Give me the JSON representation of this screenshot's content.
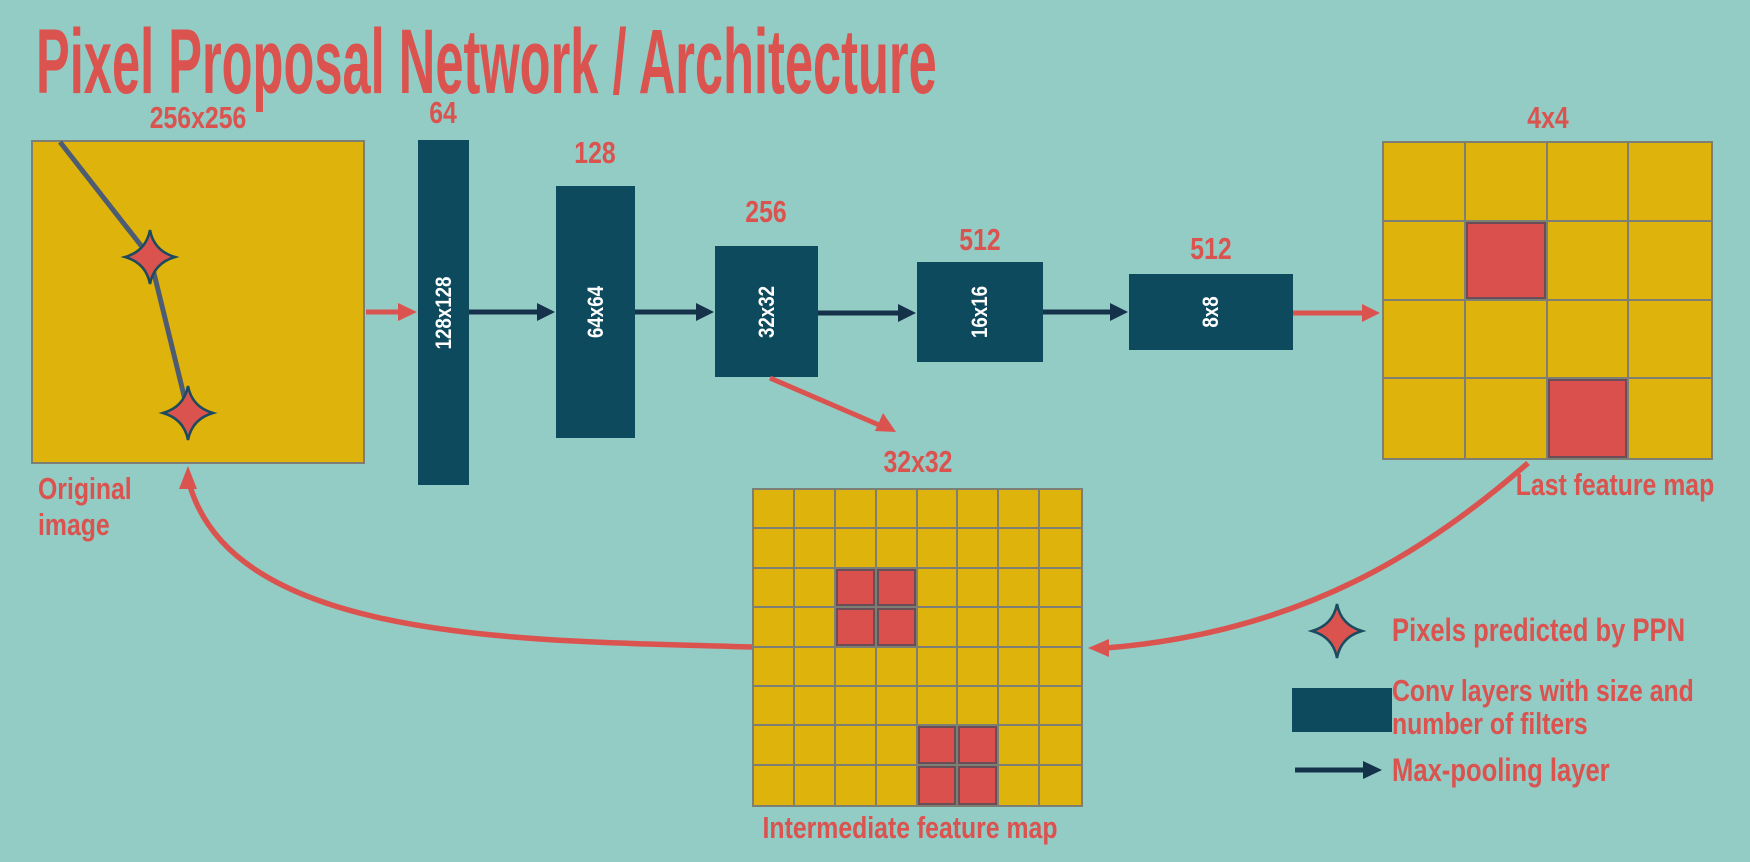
{
  "title": "Pixel Proposal Network / Architecture",
  "palette": {
    "background": "#93CBC5",
    "red": "#DB534F",
    "yellow": "#DEB40C",
    "conv_teal": "#0E4A5E",
    "arrow_navy": "#14324A",
    "trace_slate": "#4D5C73",
    "grid_line": "#7D7F74",
    "cell_red": "#D9504D"
  },
  "original_image": {
    "size_label": "256x256",
    "caption_lines": [
      "Original",
      "image"
    ]
  },
  "conv_layers": [
    {
      "filters": "64",
      "size": "128x128"
    },
    {
      "filters": "128",
      "size": "64x64"
    },
    {
      "filters": "256",
      "size": "32x32"
    },
    {
      "filters": "512",
      "size": "16x16"
    },
    {
      "filters": "512",
      "size": "8x8"
    }
  ],
  "last_feature_map": {
    "size_label": "4x4",
    "caption": "Last feature map",
    "grid_size": 4,
    "highlighted_cells": [
      [
        1,
        1
      ],
      [
        3,
        2
      ]
    ]
  },
  "intermediate_feature_map": {
    "size_label": "32x32",
    "caption": "Intermediate feature map",
    "grid_size": 8,
    "highlighted_cells": [
      [
        2,
        2
      ],
      [
        2,
        3
      ],
      [
        3,
        2
      ],
      [
        3,
        3
      ],
      [
        6,
        4
      ],
      [
        6,
        5
      ],
      [
        7,
        4
      ],
      [
        7,
        5
      ]
    ]
  },
  "legend": {
    "pixels": {
      "lines": [
        "Pixels predicted by PPN"
      ]
    },
    "conv": {
      "lines": [
        "Conv layers with size and",
        "number of filters"
      ]
    },
    "maxpool": {
      "lines": [
        "Max-pooling layer"
      ]
    }
  }
}
